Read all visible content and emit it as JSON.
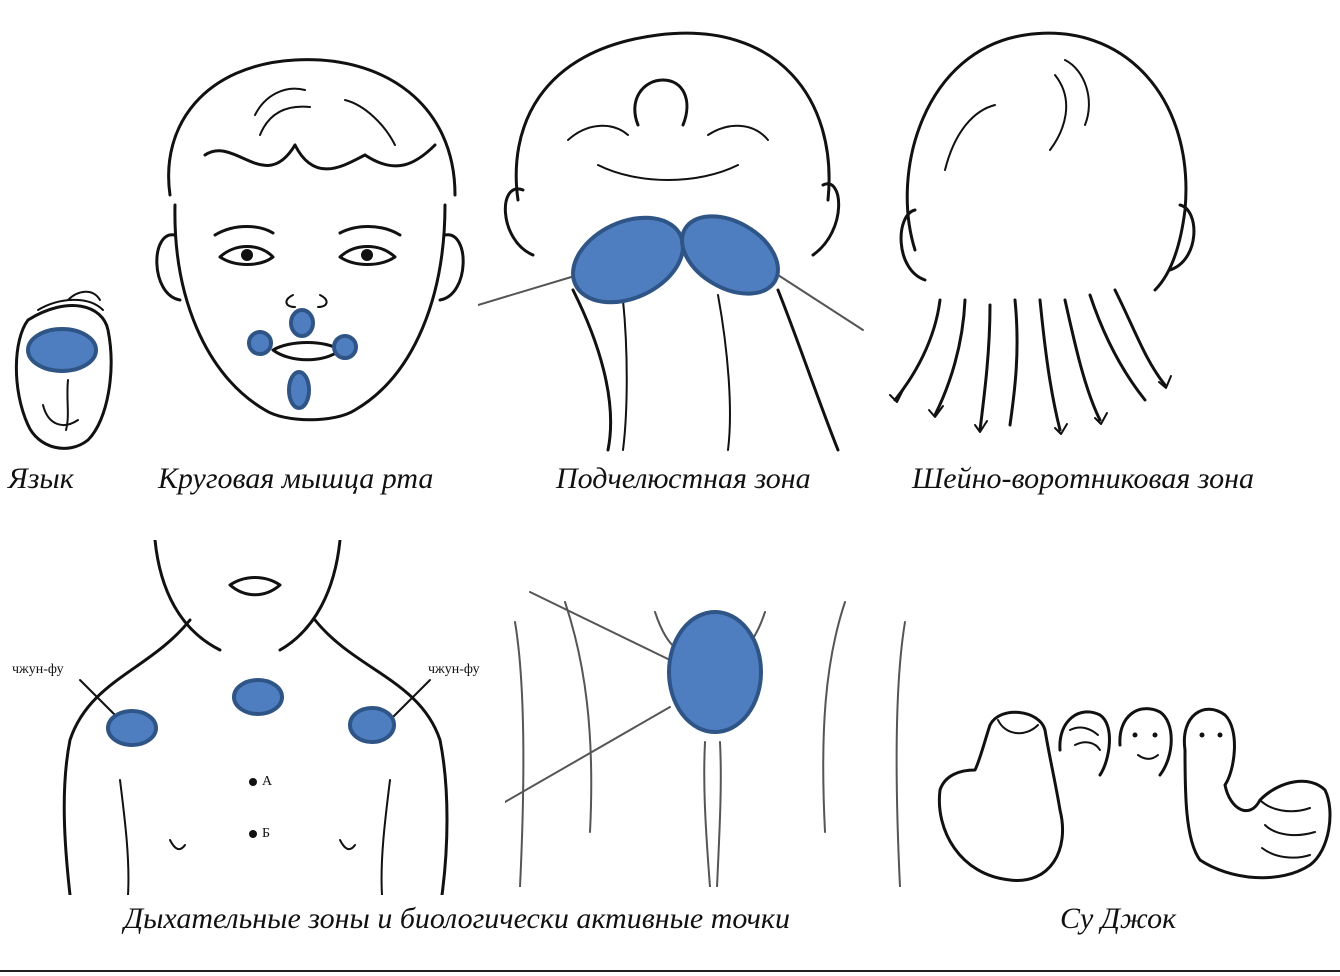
{
  "colors": {
    "zone_fill": "#4f7ec0",
    "zone_stroke": "#2f5486",
    "line": "#111111",
    "background": "#ffffff"
  },
  "panels": {
    "tongue": {
      "caption": "Язык",
      "icon": "tongue-illustration"
    },
    "mouth": {
      "caption": "Круговая мышца рта",
      "icon": "child-face-illustration"
    },
    "submandibular": {
      "caption": "Подчелюстная зона",
      "icon": "chin-neck-illustration"
    },
    "neck_collar": {
      "caption": "Шейно-воротниковая зона",
      "icon": "back-of-head-illustration"
    },
    "breathing": {
      "caption": "Дыхательные зоны и биологически активные точки",
      "label_left": "чжун-фу",
      "label_right": "чжун-фу",
      "point_a": "А",
      "point_b": "Б",
      "icon": "torso-illustration"
    },
    "su_jok": {
      "caption": "Су Джок",
      "icon": "thumb-heads-illustration"
    }
  }
}
